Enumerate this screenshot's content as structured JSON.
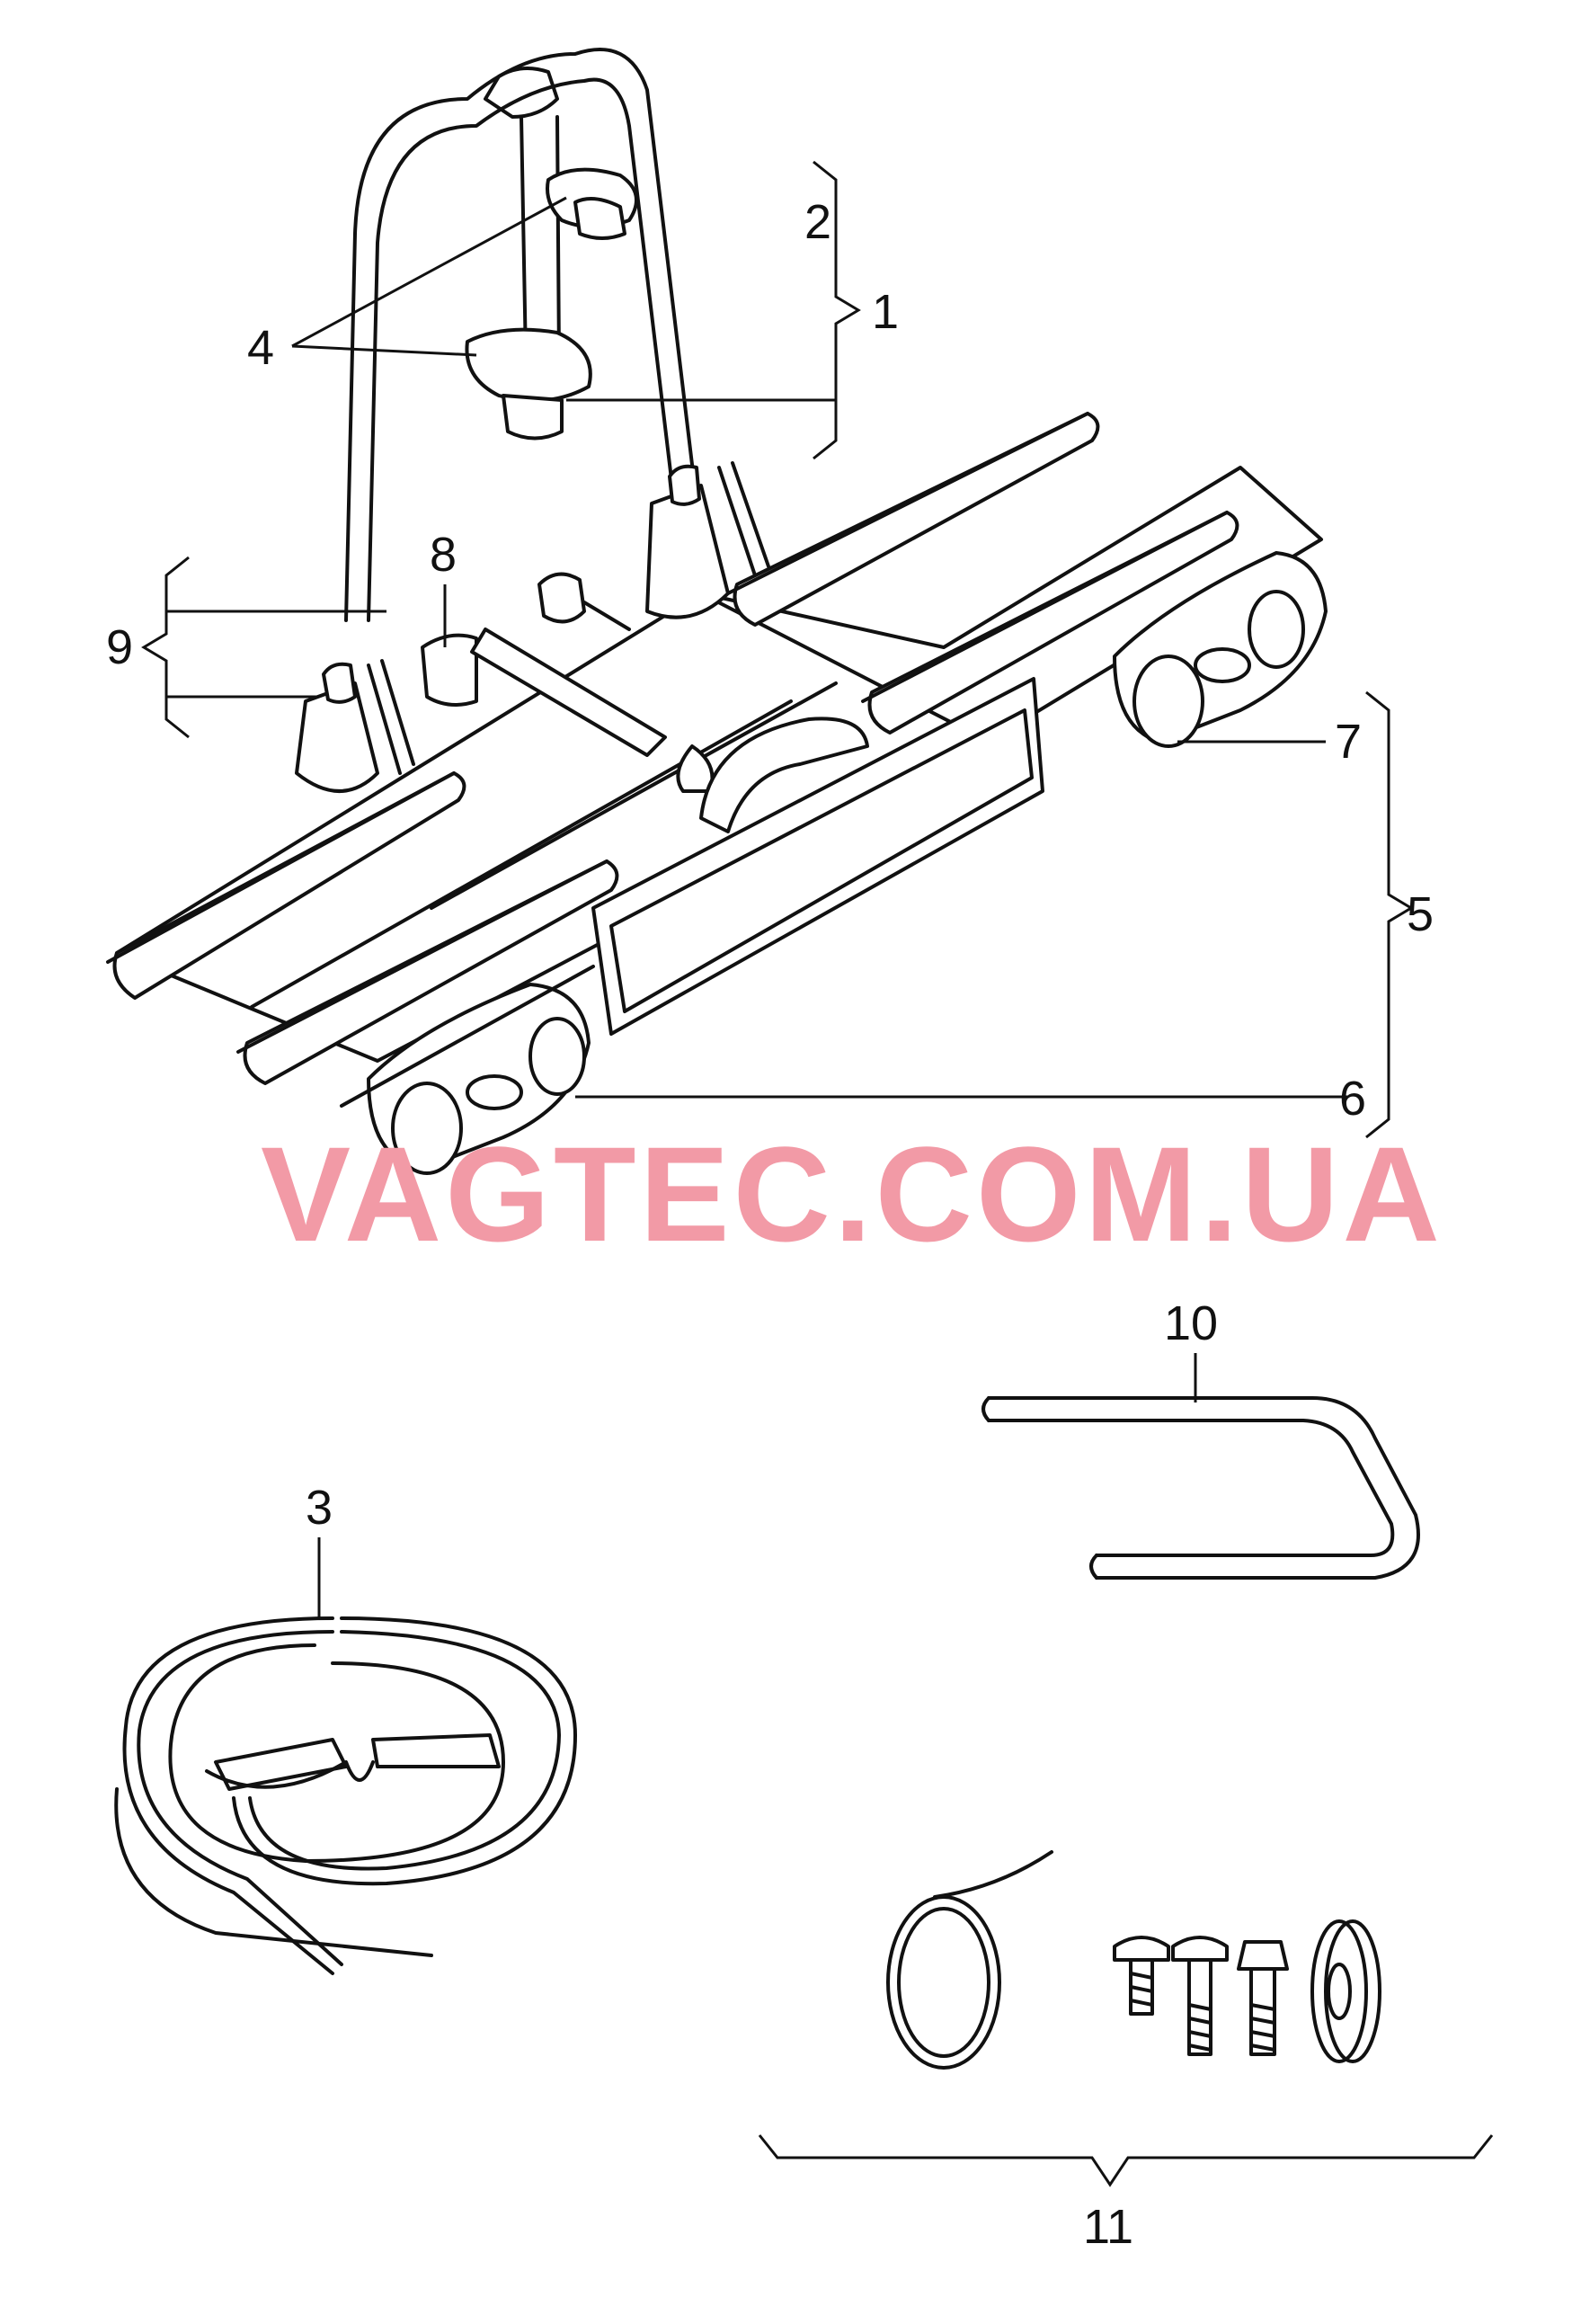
{
  "callouts": {
    "c1": "1",
    "c2": "2",
    "c3": "3",
    "c4": "4",
    "c5": "5",
    "c6": "6",
    "c7": "7",
    "c8": "8",
    "c9": "9",
    "c10": "10",
    "c11": "11"
  },
  "watermark": "VAGTEC.COM.UA"
}
